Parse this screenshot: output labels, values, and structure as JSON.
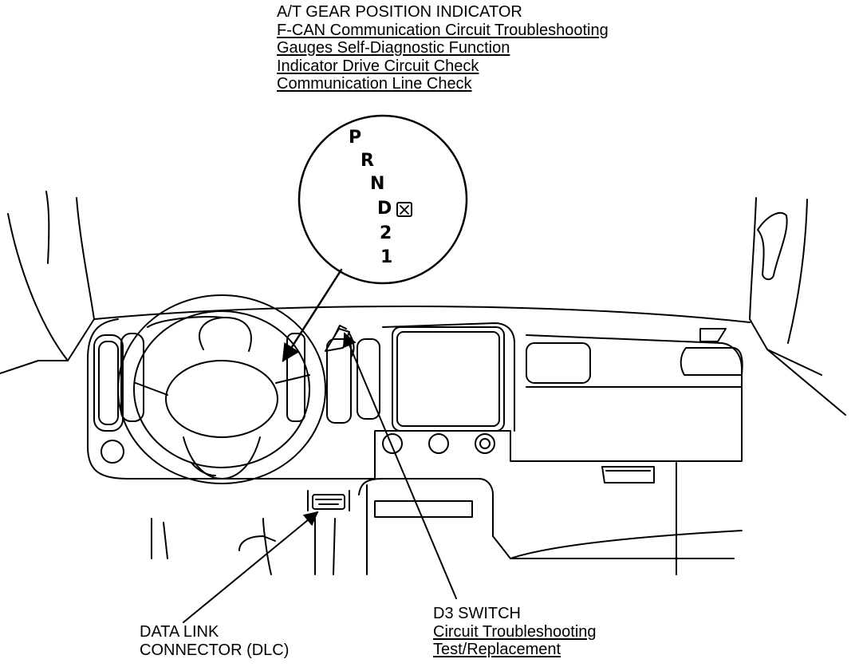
{
  "callouts": {
    "gear_indicator": {
      "title": "A/T GEAR POSITION INDICATOR",
      "links": [
        "F-CAN Communication Circuit Troubleshooting",
        "Gauges Self-Diagnostic Function",
        "Indicator Drive Circuit Check",
        "Communication Line Check"
      ]
    },
    "dlc": {
      "line1": "DATA LINK",
      "line2": "CONNECTOR (DLC)"
    },
    "d3_switch": {
      "title": "D3 SWITCH",
      "links": [
        "Circuit Troubleshooting",
        "Test/Replacement"
      ]
    }
  },
  "gear_positions": [
    "P",
    "R",
    "N",
    "D",
    "2",
    "1"
  ],
  "colors": {
    "ink": "#000000",
    "paper": "#ffffff"
  },
  "icons": {
    "d3_indicator": "d3-indicator-icon"
  }
}
